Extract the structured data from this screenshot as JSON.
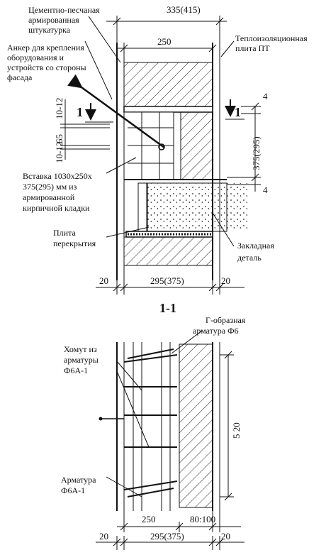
{
  "upper": {
    "plaster": {
      "line1": "Цементно-песчаная",
      "line2": "армированная",
      "line3": "штукатурка"
    },
    "anchor": {
      "line1": "Анкер для крепления",
      "line2": "оборудования и",
      "line3": "устройств со стороны",
      "line4": "фасада"
    },
    "insulation": {
      "line1": "Теплоизоляционная",
      "line2": "плита ПТ"
    },
    "insert": {
      "line1": "Вставка 1030х250х",
      "line2": "375(295) мм из",
      "line3": "армированной",
      "line4": "кирпичной кладки"
    },
    "slab": {
      "line1": "Плита",
      "line2": "перекрытия"
    },
    "embedded": {
      "line1": "Закладная",
      "line2": "деталь"
    },
    "dim_top": "335(415)",
    "dim_250": "250",
    "dim_4a": "4",
    "dim_4b": "4",
    "dim_375": "375(295)",
    "dim_10_12": "10-12",
    "dim_65": "65",
    "dim_20": "20",
    "dim_295": "295(375)",
    "section_mark": "1"
  },
  "lower": {
    "title": "1-1",
    "g_rebar": {
      "line1": "Г-образная",
      "line2": "арматура Ф6"
    },
    "stirrup": {
      "line1": "Хомут из",
      "line2": "арматуры",
      "line3": "Ф6А-1"
    },
    "rebar": {
      "line1": "Арматура",
      "line2": "Ф6А-1"
    },
    "dim_520": "5 20",
    "dim_250": "250",
    "dim_80_100": "80:100",
    "dim_20": "20",
    "dim_295": "295(375)"
  }
}
